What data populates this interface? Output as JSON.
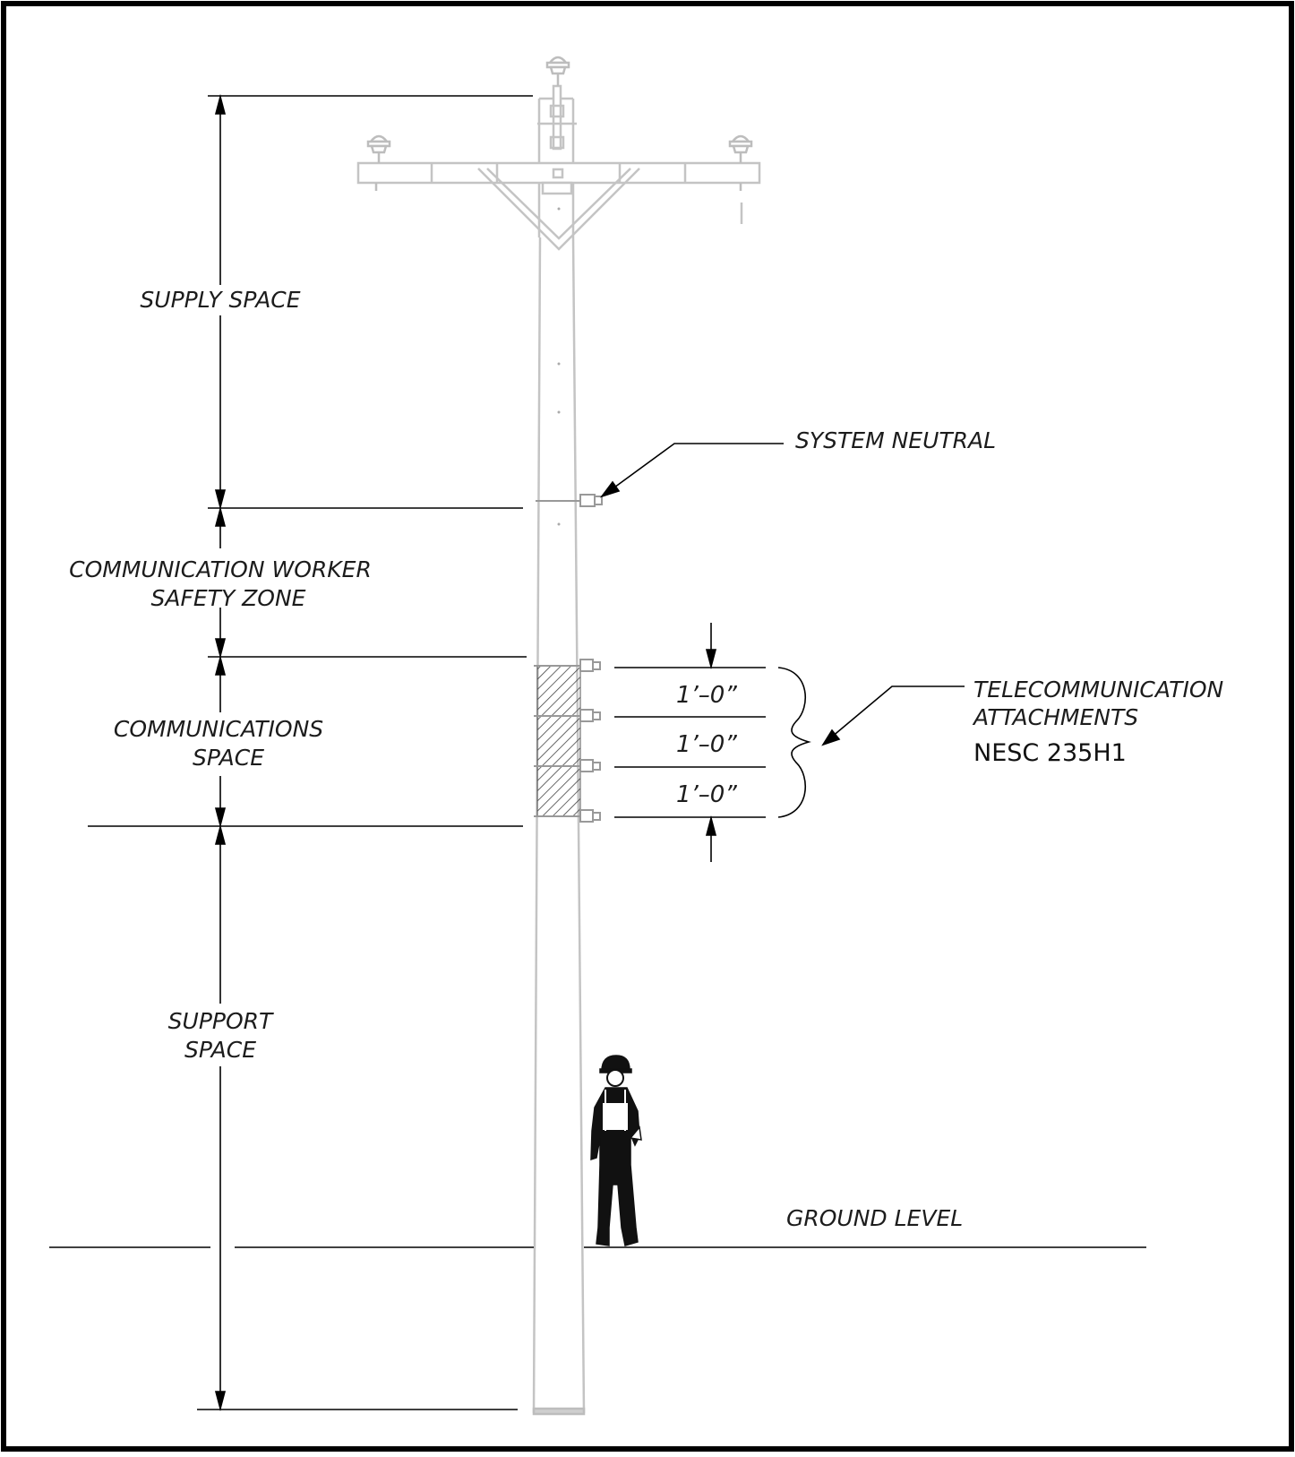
{
  "labels": {
    "supply_space": "SUPPLY  SPACE",
    "system_neutral": "SYSTEM  NEUTRAL",
    "comm_worker_line1": "COMMUNICATION  WORKER",
    "comm_worker_line2": "SAFETY  ZONE",
    "comm_space_line1": "COMMUNICATIONS",
    "comm_space_line2": "SPACE",
    "spacing_1": "1’–0”",
    "spacing_2": "1’–0”",
    "spacing_3": "1’–0”",
    "telecom_line1": "TELECOMMUNICATION",
    "telecom_line2": "ATTACHMENTS",
    "nesc_ref": "NESC 235H1",
    "support_line1": "SUPPORT",
    "support_line2": "SPACE",
    "ground_level": "GROUND  LEVEL"
  },
  "icons": {
    "worker": "utility-worker-icon",
    "insulator": "pin-insulator-icon"
  }
}
